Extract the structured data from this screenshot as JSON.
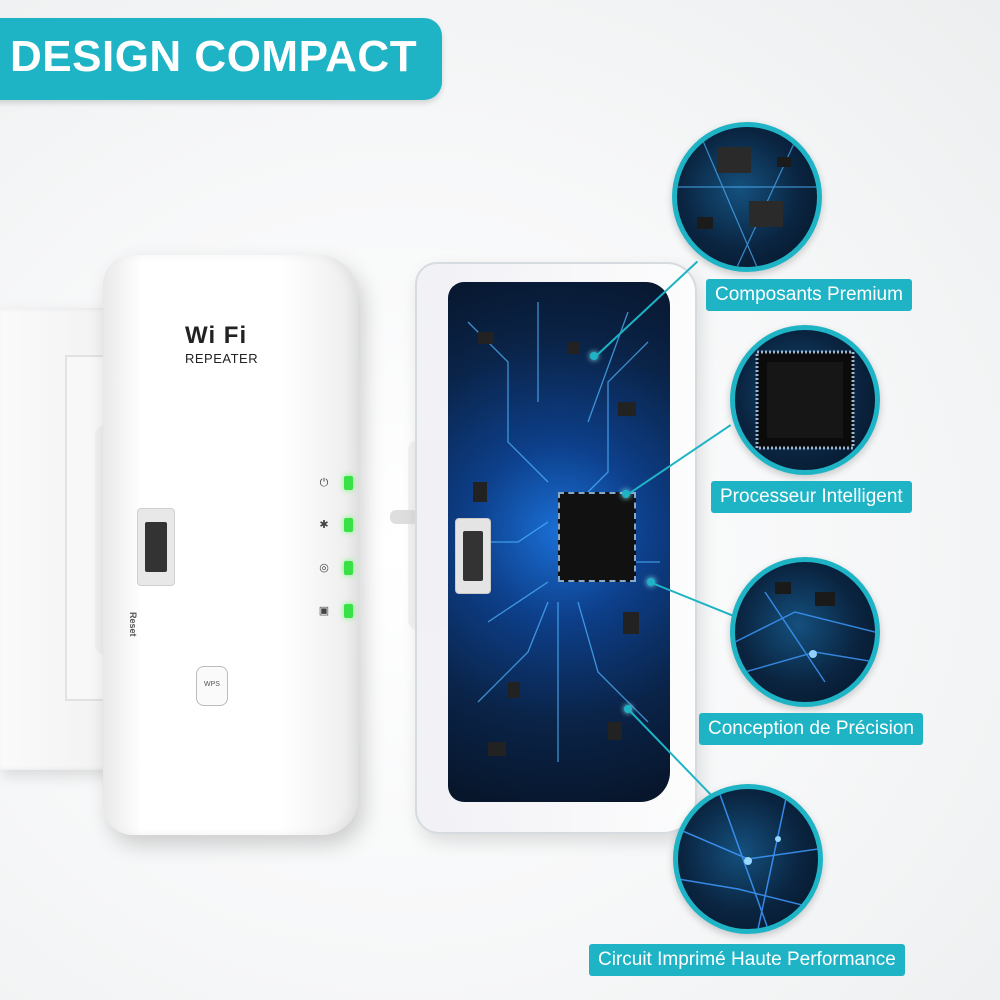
{
  "banner": {
    "title": "DESIGN COMPACT"
  },
  "device": {
    "logo_wifi": "Wi Fi",
    "logo_repeater": "REPEATER",
    "reset_label": "Reset",
    "wps_label": "WPS",
    "led_color": "#39e046"
  },
  "features": [
    {
      "label": "Composants Premium"
    },
    {
      "label": "Processeur Intelligent"
    },
    {
      "label": "Conception de Précision"
    },
    {
      "label": "Circuit Imprimé Haute Performance"
    }
  ],
  "colors": {
    "accent": "#1fb3c6",
    "pcb_glow": "#1a6fd6"
  }
}
